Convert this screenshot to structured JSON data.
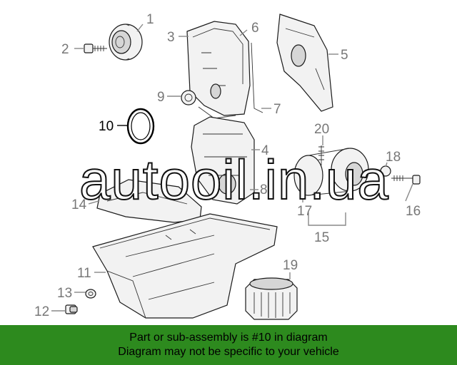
{
  "diagram": {
    "callouts": [
      {
        "id": "1",
        "label": "1"
      },
      {
        "id": "2",
        "label": "2"
      },
      {
        "id": "3",
        "label": "3"
      },
      {
        "id": "4",
        "label": "4"
      },
      {
        "id": "5",
        "label": "5"
      },
      {
        "id": "6",
        "label": "6"
      },
      {
        "id": "7",
        "label": "7"
      },
      {
        "id": "8",
        "label": "8"
      },
      {
        "id": "9",
        "label": "9"
      },
      {
        "id": "10",
        "label": "10",
        "highlighted": true
      },
      {
        "id": "11",
        "label": "11"
      },
      {
        "id": "12",
        "label": "12"
      },
      {
        "id": "13",
        "label": "13"
      },
      {
        "id": "14",
        "label": "14"
      },
      {
        "id": "15",
        "label": "15"
      },
      {
        "id": "16",
        "label": "16"
      },
      {
        "id": "17",
        "label": "17"
      },
      {
        "id": "18",
        "label": "18"
      },
      {
        "id": "19",
        "label": "19"
      },
      {
        "id": "20",
        "label": "20"
      }
    ],
    "highlight_color": "#000000",
    "callout_color": "#777777"
  },
  "watermark": {
    "text": "autooil.in.ua"
  },
  "banner": {
    "line1": "Part or sub-assembly is #10 in diagram",
    "line2": "Diagram may not be specific to your vehicle",
    "background": "#2d8a1e"
  }
}
